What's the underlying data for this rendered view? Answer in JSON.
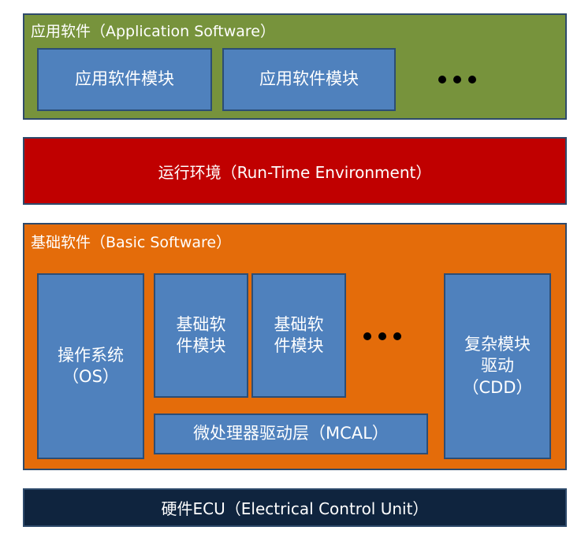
{
  "application_layer": {
    "title": "应用软件（Application Software）",
    "modules": [
      "应用软件模块",
      "应用软件模块"
    ],
    "color": "#77933c"
  },
  "rte_layer": {
    "title": "运行环境（Run-Time Environment）",
    "color": "#c00000"
  },
  "basic_layer": {
    "title": "基础软件（Basic Software）",
    "os": "操作系统\n（OS）",
    "modules": [
      "基础软\n件模块",
      "基础软\n件模块"
    ],
    "mcal": "微处理器驱动层（MCAL）",
    "cdd": "复杂模块\n驱动\n（CDD）",
    "color": "#e46c0a"
  },
  "hardware_layer": {
    "title": "硬件ECU（Electrical Control Unit）",
    "color": "#0f243e"
  },
  "module_color": "#4f81bd"
}
